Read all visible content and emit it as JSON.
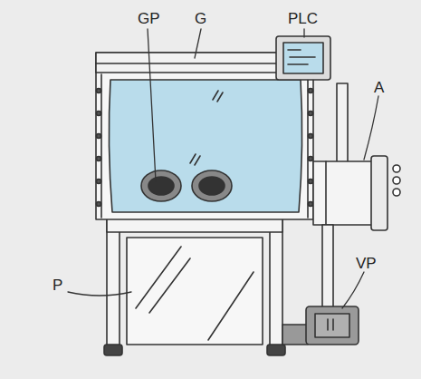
{
  "diagram": {
    "labels": [
      "GP",
      "G",
      "PLC",
      "A",
      "VP",
      "P"
    ]
  }
}
